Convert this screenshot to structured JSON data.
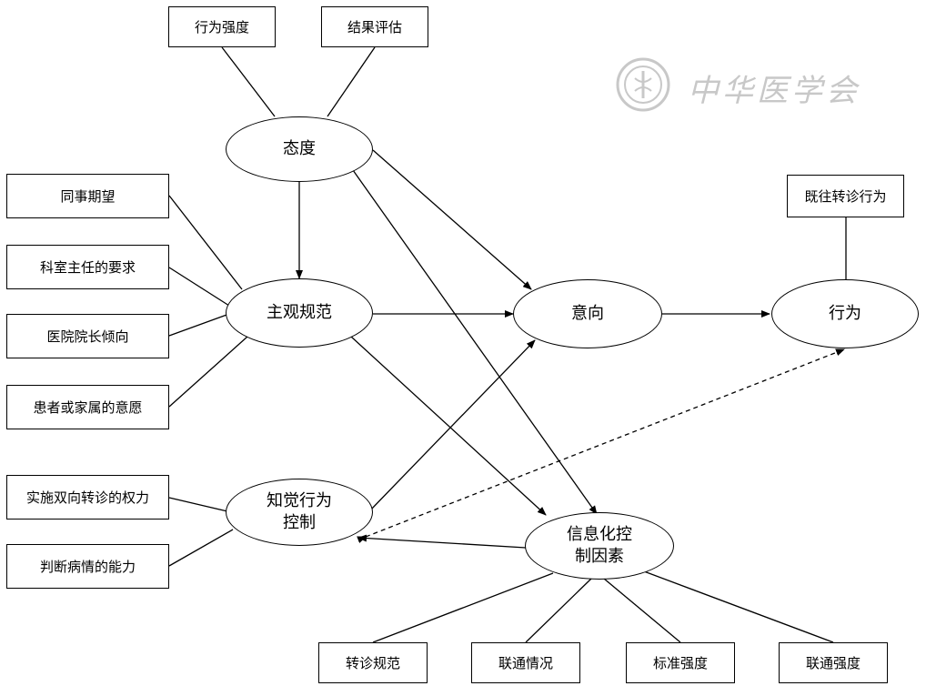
{
  "watermark": {
    "text": "中华医学会"
  },
  "boxes": {
    "behavior_strength": "行为强度",
    "outcome_evaluation": "结果评估",
    "colleague_expectation": "同事期望",
    "dept_director_requirement": "科室主任的要求",
    "dean_tendency": "医院院长倾向",
    "patient_family_wish": "患者或家属的意愿",
    "two_way_referral_power": "实施双向转诊的权力",
    "condition_judgment_ability": "判断病情的能力",
    "past_referral_behavior": "既往转诊行为",
    "referral_norm": "转诊规范",
    "connectivity_status": "联通情况",
    "standard_strength": "标准强度",
    "connectivity_strength": "联通强度"
  },
  "ovals": {
    "attitude": [
      "态度"
    ],
    "subjective_norm": [
      "主观规范"
    ],
    "intention": [
      "意向"
    ],
    "behavior": [
      "行为"
    ],
    "perceived_control": [
      "知觉行为",
      "控制"
    ],
    "it_control": [
      "信息化控",
      "制因素"
    ]
  }
}
